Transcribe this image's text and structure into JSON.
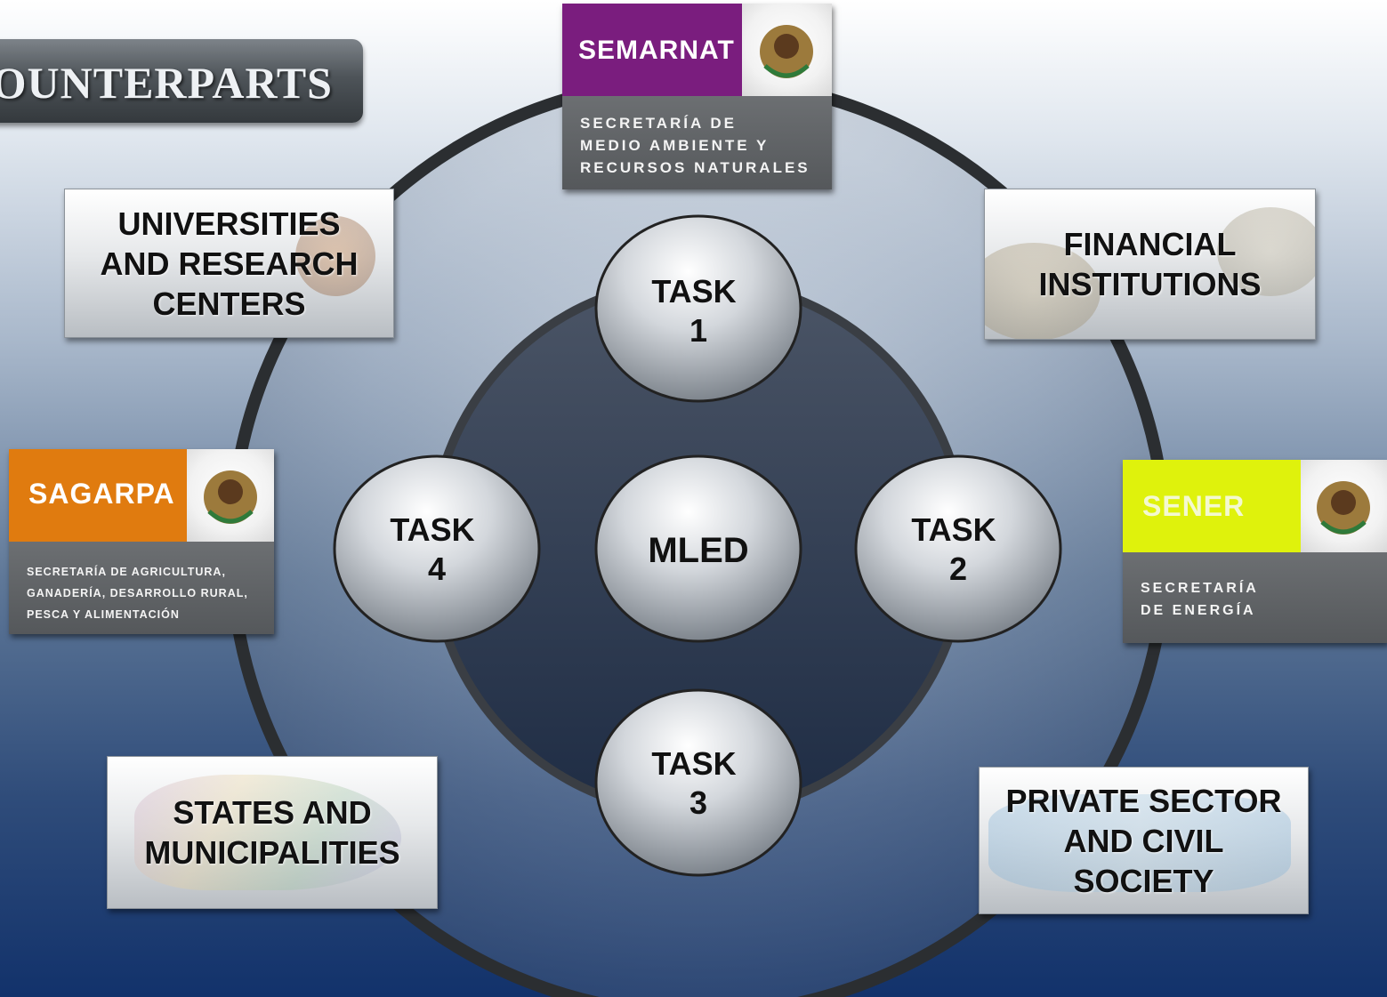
{
  "title": "OUNTERPARTS",
  "center": {
    "label": "MLED"
  },
  "tasks": [
    {
      "label": "TASK\n1"
    },
    {
      "label": "TASK\n2"
    },
    {
      "label": "TASK\n3"
    },
    {
      "label": "TASK\n4"
    }
  ],
  "counterparts": {
    "universities": "UNIVERSITIES\nAND RESEARCH\nCENTERS",
    "financial": "FINANCIAL\nINSTITUTIONS",
    "states": "STATES AND\nMUNICIPALITIES",
    "private": "PRIVATE SECTOR\nAND CIVIL\nSOCIETY"
  },
  "logos": {
    "semarnat": {
      "name": "SEMARNAT",
      "subtitle": "SECRETARÍA DE\nMEDIO AMBIENTE Y\nRECURSOS NATURALES",
      "color": "#7a1d7e"
    },
    "sagarpa": {
      "name": "SAGARPA",
      "subtitle": "SECRETARÍA DE AGRICULTURA,\nGANADERÍA, DESARROLLO RURAL,\nPESCA Y ALIMENTACIÓN",
      "color": "#e07b0f"
    },
    "sener": {
      "name": "SENER",
      "subtitle": "SECRETARÍA\nDE ENERGÍA",
      "color": "#dff20c"
    }
  },
  "colors": {
    "outer_ring": "#2b2e31",
    "inner_disc": "#27344a",
    "node_fill": "#c9cdd2"
  }
}
